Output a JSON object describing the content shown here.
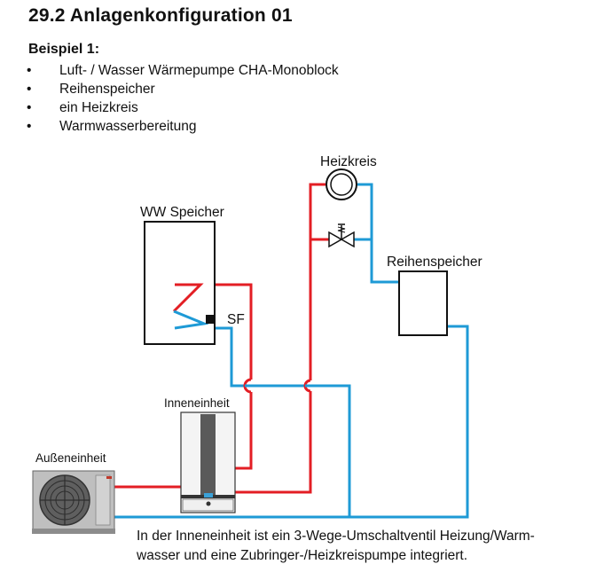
{
  "header": {
    "title": "29.2 Anlagenkonfiguration 01",
    "subtitle": "Beispiel 1:"
  },
  "features": [
    {
      "bullet": "•",
      "text": "Luft- / Wasser Wärmepumpe CHA-Monoblock"
    },
    {
      "bullet": "•",
      "text": "Reihenspeicher"
    },
    {
      "bullet": "•",
      "text": "ein Heizkreis"
    },
    {
      "bullet": "•",
      "text": "Warmwasserbereitung"
    }
  ],
  "diagram": {
    "labels": {
      "heizkreis": "Heizkreis",
      "ww_speicher": "WW Speicher",
      "sf": "SF",
      "reihenspeicher": "Reihenspeicher",
      "inneneinheit": "Inneneinheit",
      "aussen": "Außeneinheit"
    },
    "colors": {
      "supply": "#e31e24",
      "return": "#1e9ad6",
      "outline": "#111111"
    }
  },
  "caption": {
    "line1": "In der Inneneinheit ist ein 3-Wege-Umschaltventil Heizung/Warm-",
    "line2": "wasser und eine Zubringer-/Heizkreispumpe integriert."
  }
}
